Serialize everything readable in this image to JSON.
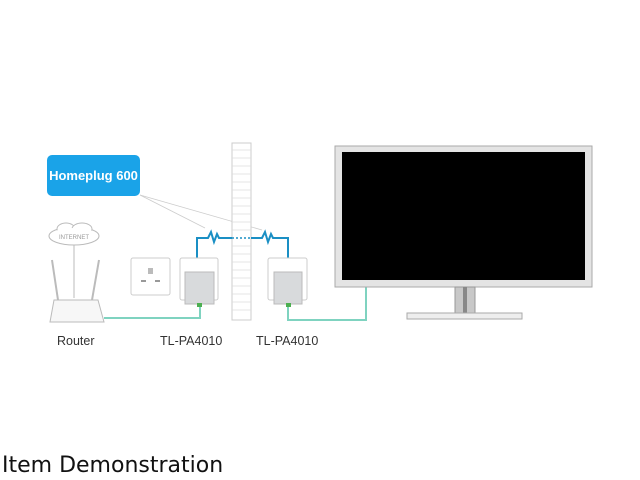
{
  "diagram": {
    "badge": "Homeplug 600",
    "cloud_label": "INTERNET",
    "labels": {
      "router": "Router",
      "adapter_1": "TL-PA4010",
      "adapter_2": "TL-PA4010"
    },
    "colors": {
      "badge": "#1aa3e8",
      "powerline": "#1a8fc4",
      "ethernet": "#7fd3c0"
    }
  },
  "caption": "Item Demonstration"
}
